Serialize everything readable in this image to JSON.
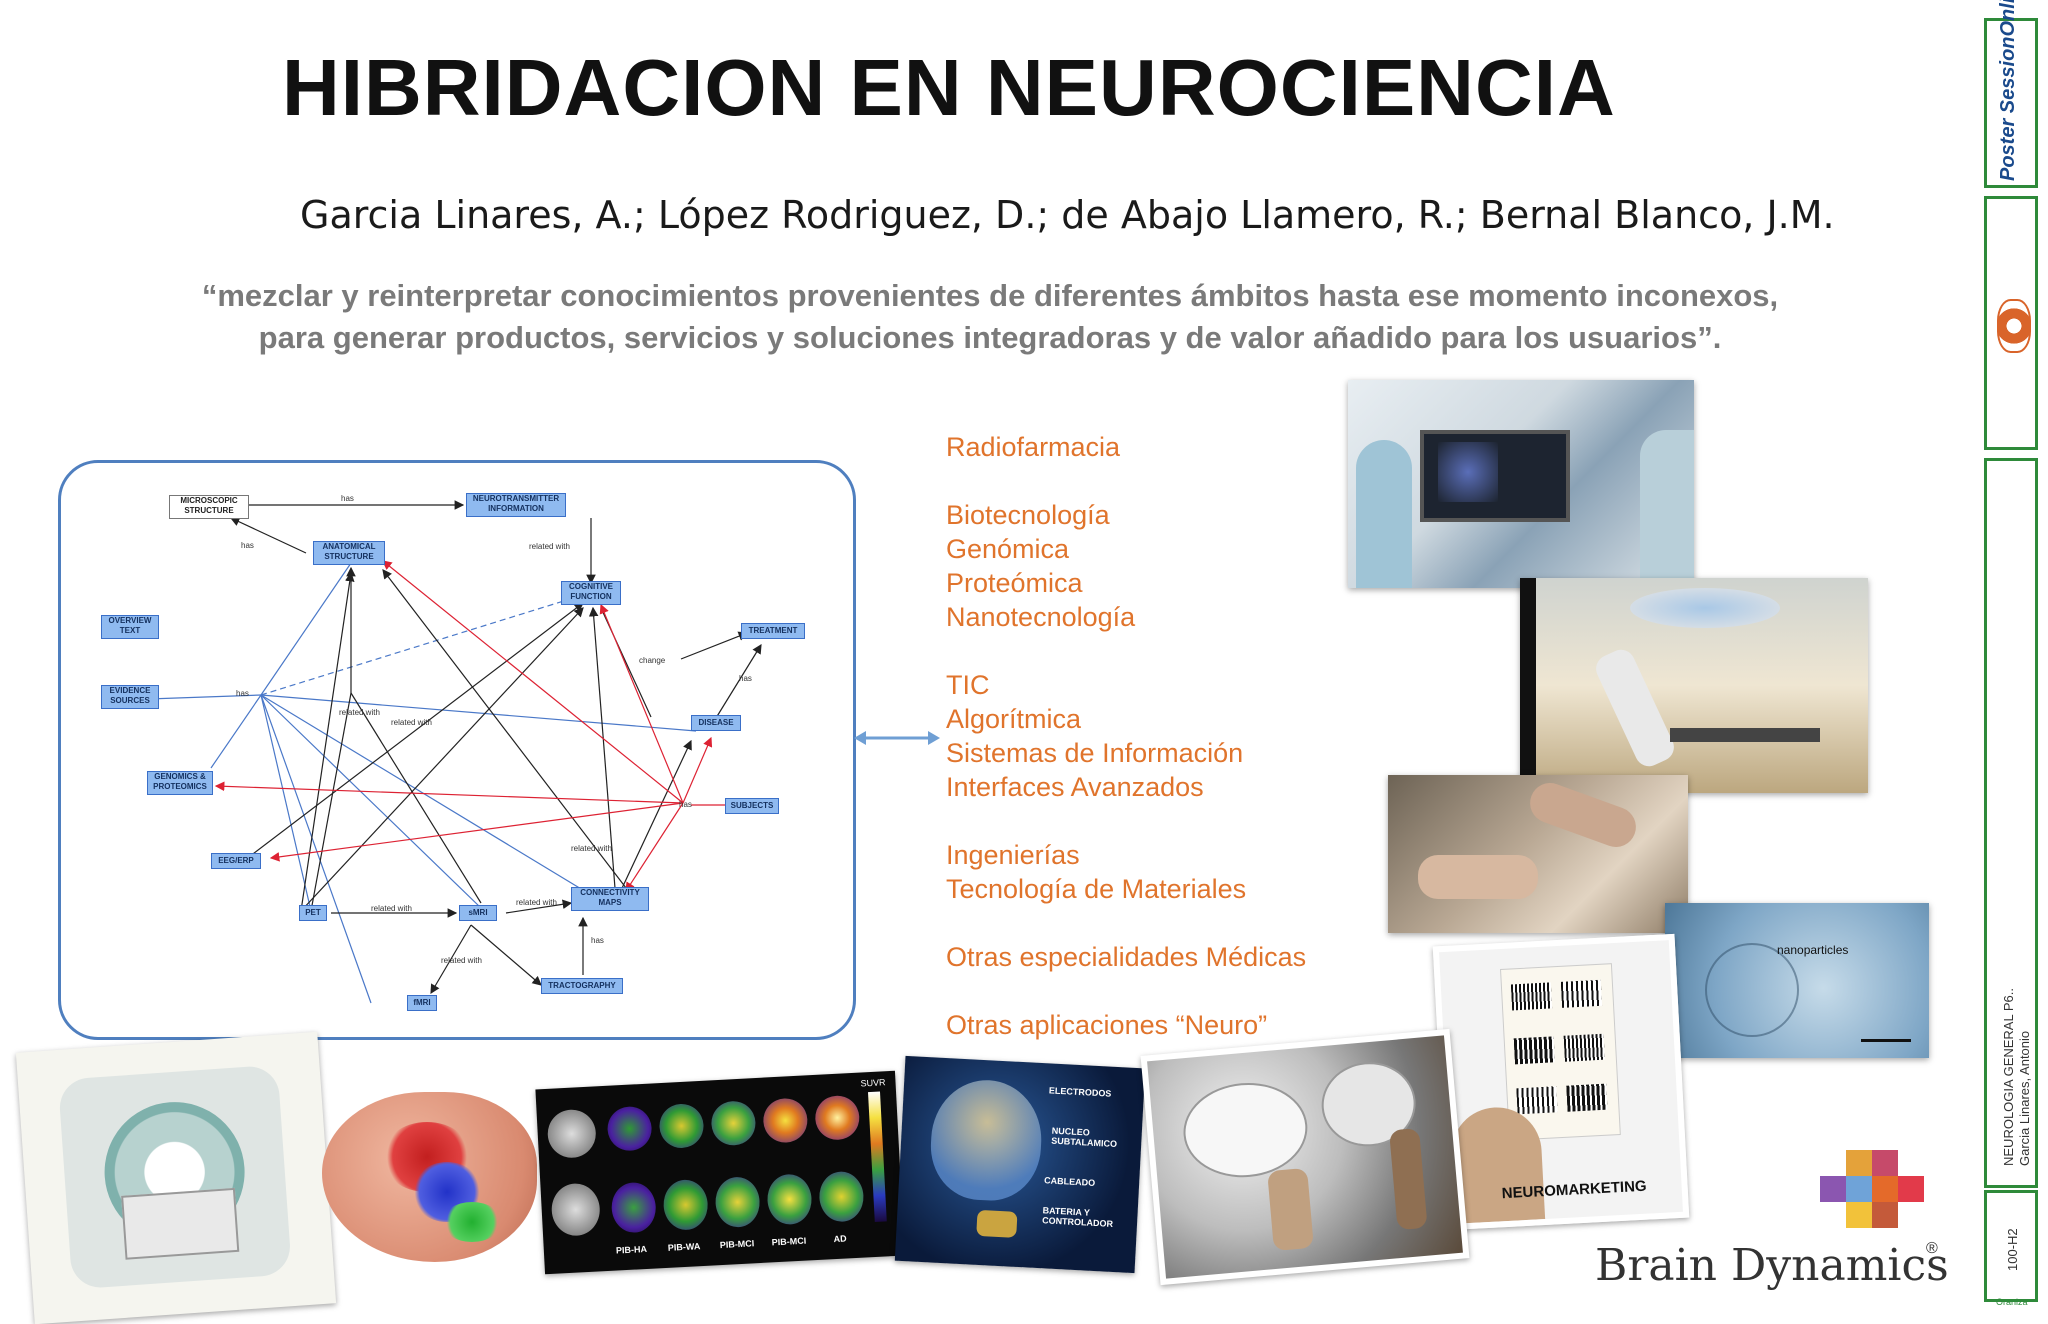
{
  "title": "HIBRIDACION EN NEUROCIENCIA",
  "authors": "Garcia Linares, A.; López Rodriguez, D.; de Abajo Llamero, R.; Bernal Blanco, J.M.",
  "quote": {
    "line1": "“mezclar y reinterpretar conocimientos provenientes de diferentes ámbitos hasta ese momento inconexos,",
    "line2": "para generar productos, servicios y soluciones integradoras y de valor añadido para los usuarios”."
  },
  "diagram": {
    "nodes": {
      "microscopic": "MICROSCOPIC STRUCTURE",
      "neurotransmitter": "NEUROTRANSMITTER INFORMATION",
      "anatomical": "ANATOMICAL STRUCTURE",
      "cognitive": "COGNITIVE FUNCTION",
      "overview": "OVERVIEW TEXT",
      "treatment": "TREATMENT",
      "evidence": "EVIDENCE SOURCES",
      "disease": "DISEASE",
      "genomics": "GENOMICS & PROTEOMICS",
      "subjects": "SUBJECTS",
      "eeg": "EEG/ERP",
      "connectivity": "CONNECTIVITY MAPS",
      "pet": "PET",
      "smri": "sMRI",
      "tractography": "TRACTOGRAPHY",
      "fmri": "fMRI"
    },
    "edges": {
      "has": "has",
      "related_with": "related with",
      "change": "change"
    }
  },
  "fields": {
    "g1": [
      "Radiofarmacia"
    ],
    "g2": [
      "Biotecnología",
      "Genómica",
      "Proteómica",
      "Nanotecnología"
    ],
    "g3": [
      "TIC",
      "Algorítmica",
      "Sistemas de Información",
      "Interfaces Avanzados"
    ],
    "g4": [
      "Ingenierías",
      "Tecnología de Materiales"
    ],
    "g5": [
      "Otras especialidades Médicas"
    ],
    "g6": [
      "Otras aplicaciones “Neuro”"
    ]
  },
  "images": {
    "pet_labels": [
      "PIB-HA",
      "PIB-WA",
      "PIB-MCI",
      "PIB-MCI",
      "AD"
    ],
    "pet_scale": "SUVR",
    "head_labels": [
      "ELECTRODOS",
      "NUCLEO SUBTALAMICO",
      "CABLEADO",
      "BATERIA Y CONTROLADOR"
    ],
    "nanoparticles": "nanoparticles",
    "neuromarketing": "NEUROMARKETING"
  },
  "brand": "Brain Dynamics",
  "brand_mark": "®",
  "sidebar": {
    "logo": "Poster SessionOnline",
    "label1": "NEUROLOGIA GENERAL P6..",
    "label2": "Garcia Linares, Antonio",
    "code": "100-H2",
    "footer": "Oraniza"
  },
  "colors": {
    "fields_orange": "#e0742c",
    "diagram_border": "#4f7fbf",
    "node_blue": "#8fbaf0",
    "sidebar_green": "#2e8a3a"
  }
}
